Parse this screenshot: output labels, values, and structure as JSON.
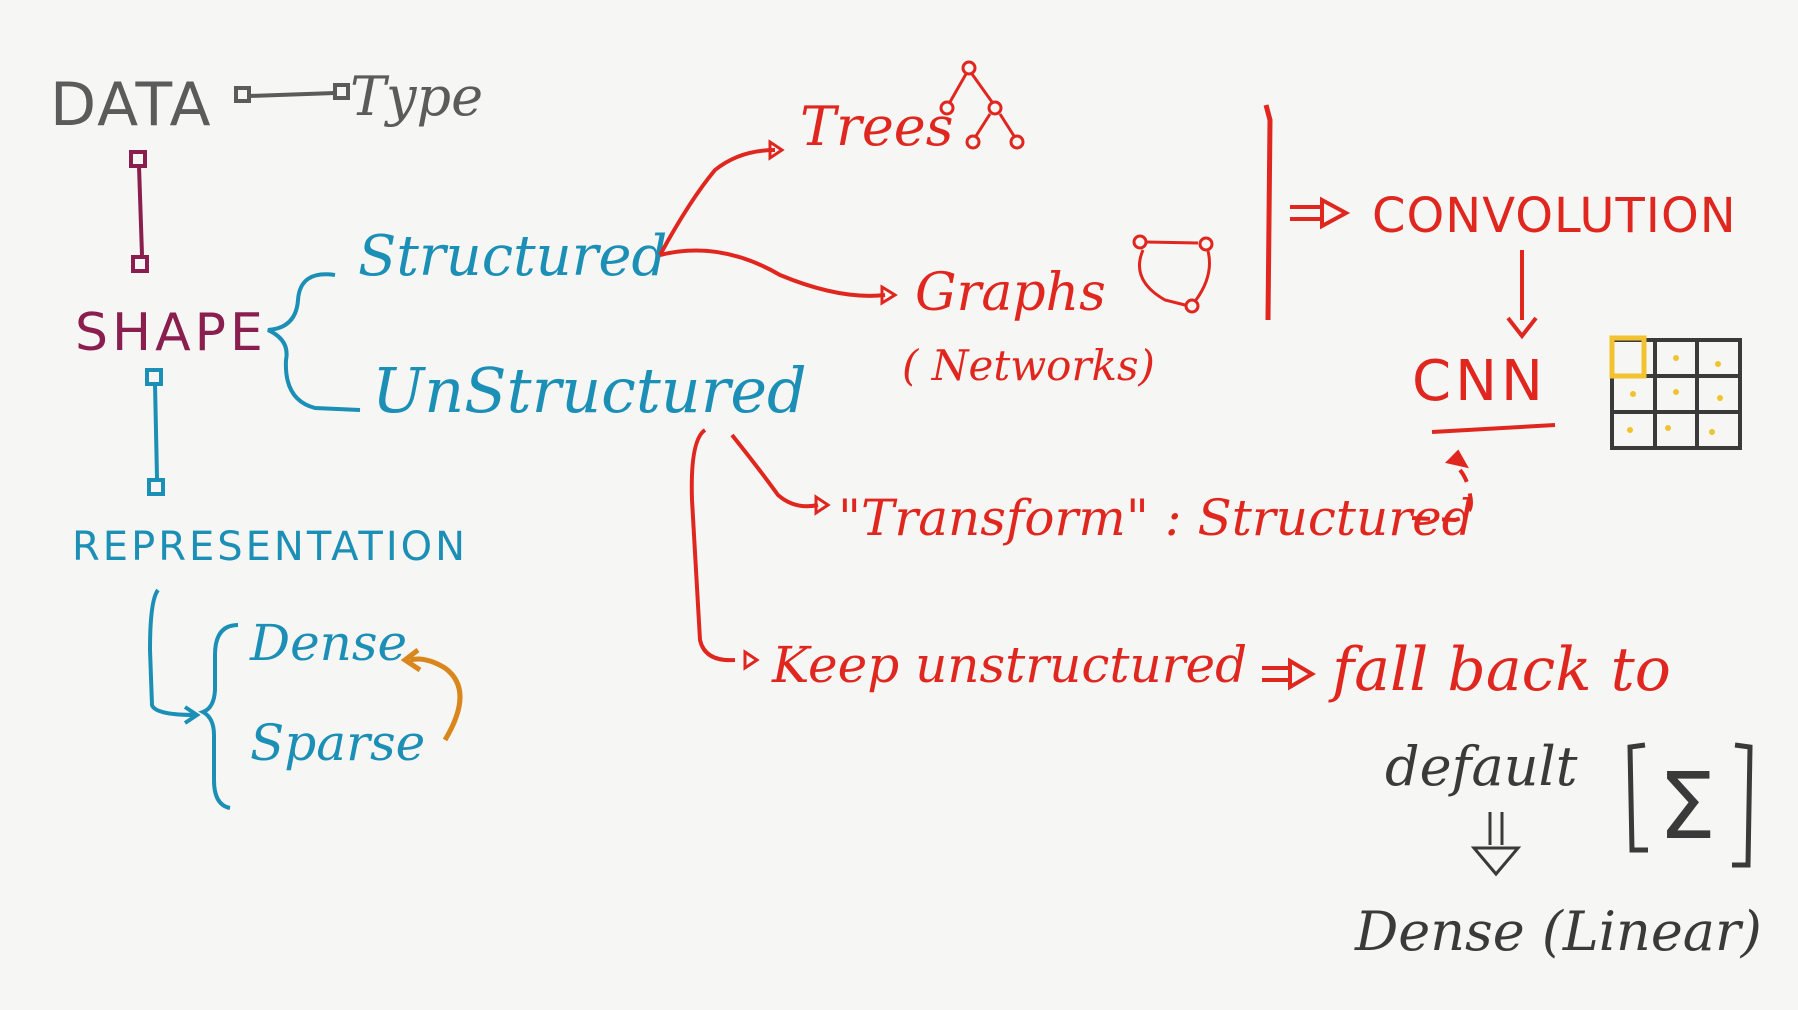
{
  "colors": {
    "background": "#f6f6f4",
    "gray": "#5b5b5b",
    "purple": "#8a1f4f",
    "blue": "#1b8fb5",
    "red": "#e0271f",
    "orange": "#d9861c",
    "dark": "#3a3a3a",
    "yellow": "#f2c230"
  },
  "labels": {
    "data": "DATA",
    "type": "Type",
    "shape": "SHAPE",
    "structured": "Structured",
    "unstructured": "UnStructured",
    "representation": "REPRESENTATION",
    "dense": "Dense",
    "sparse": "Sparse",
    "trees": "Trees",
    "graphs": "Graphs",
    "networks": "( Networks)",
    "convolution": "CONVOLUTION",
    "cnn": "CNN",
    "transform": "\"Transform\" : Structured",
    "keep_unstructured": "Keep unstructured",
    "fall_back_to": "fall back to",
    "default": "default",
    "sigma": "Σ",
    "dense_linear": "Dense (Linear)"
  }
}
